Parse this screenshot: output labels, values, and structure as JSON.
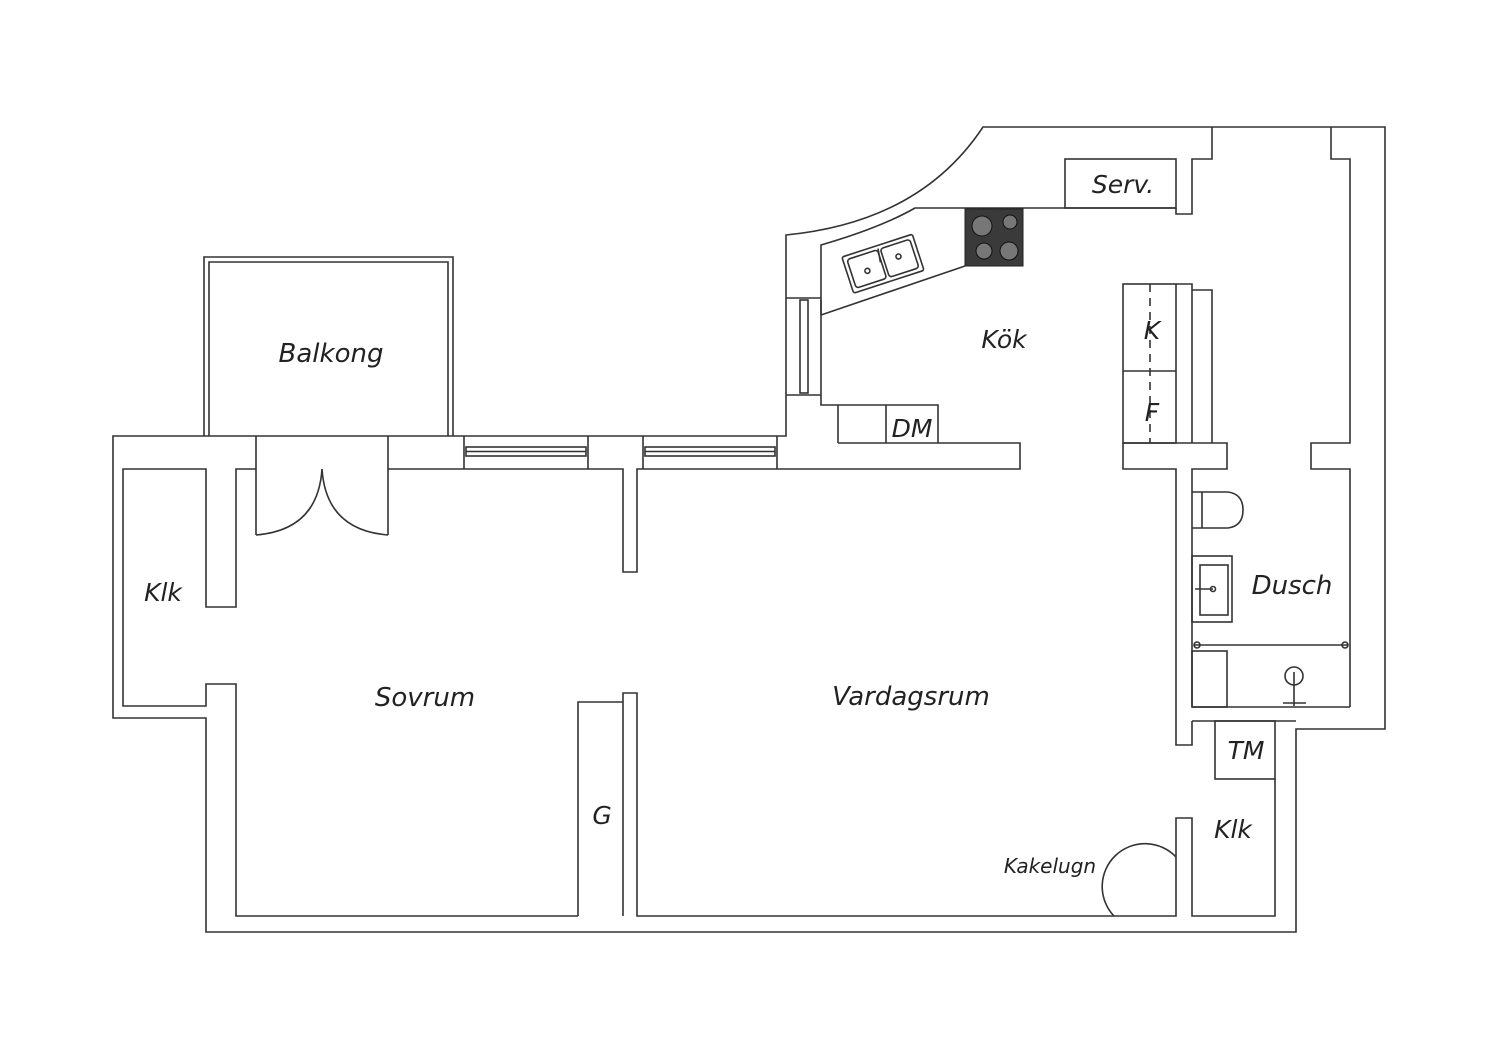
{
  "plan": {
    "rooms": {
      "balkong": "Balkong",
      "kok": "Kök",
      "serv": "Serv.",
      "dm": "DM",
      "k": "K",
      "f": "F",
      "dusch": "Dusch",
      "klk_left": "Klk",
      "sovrum": "Sovrum",
      "vardagsrum": "Vardagsrum",
      "g": "G",
      "tm": "TM",
      "klk_right": "Klk",
      "kakelugn": "Kakelugn"
    },
    "colors": {
      "line": "#333333",
      "hob": "#3a3a3a",
      "background": "#ffffff"
    }
  }
}
